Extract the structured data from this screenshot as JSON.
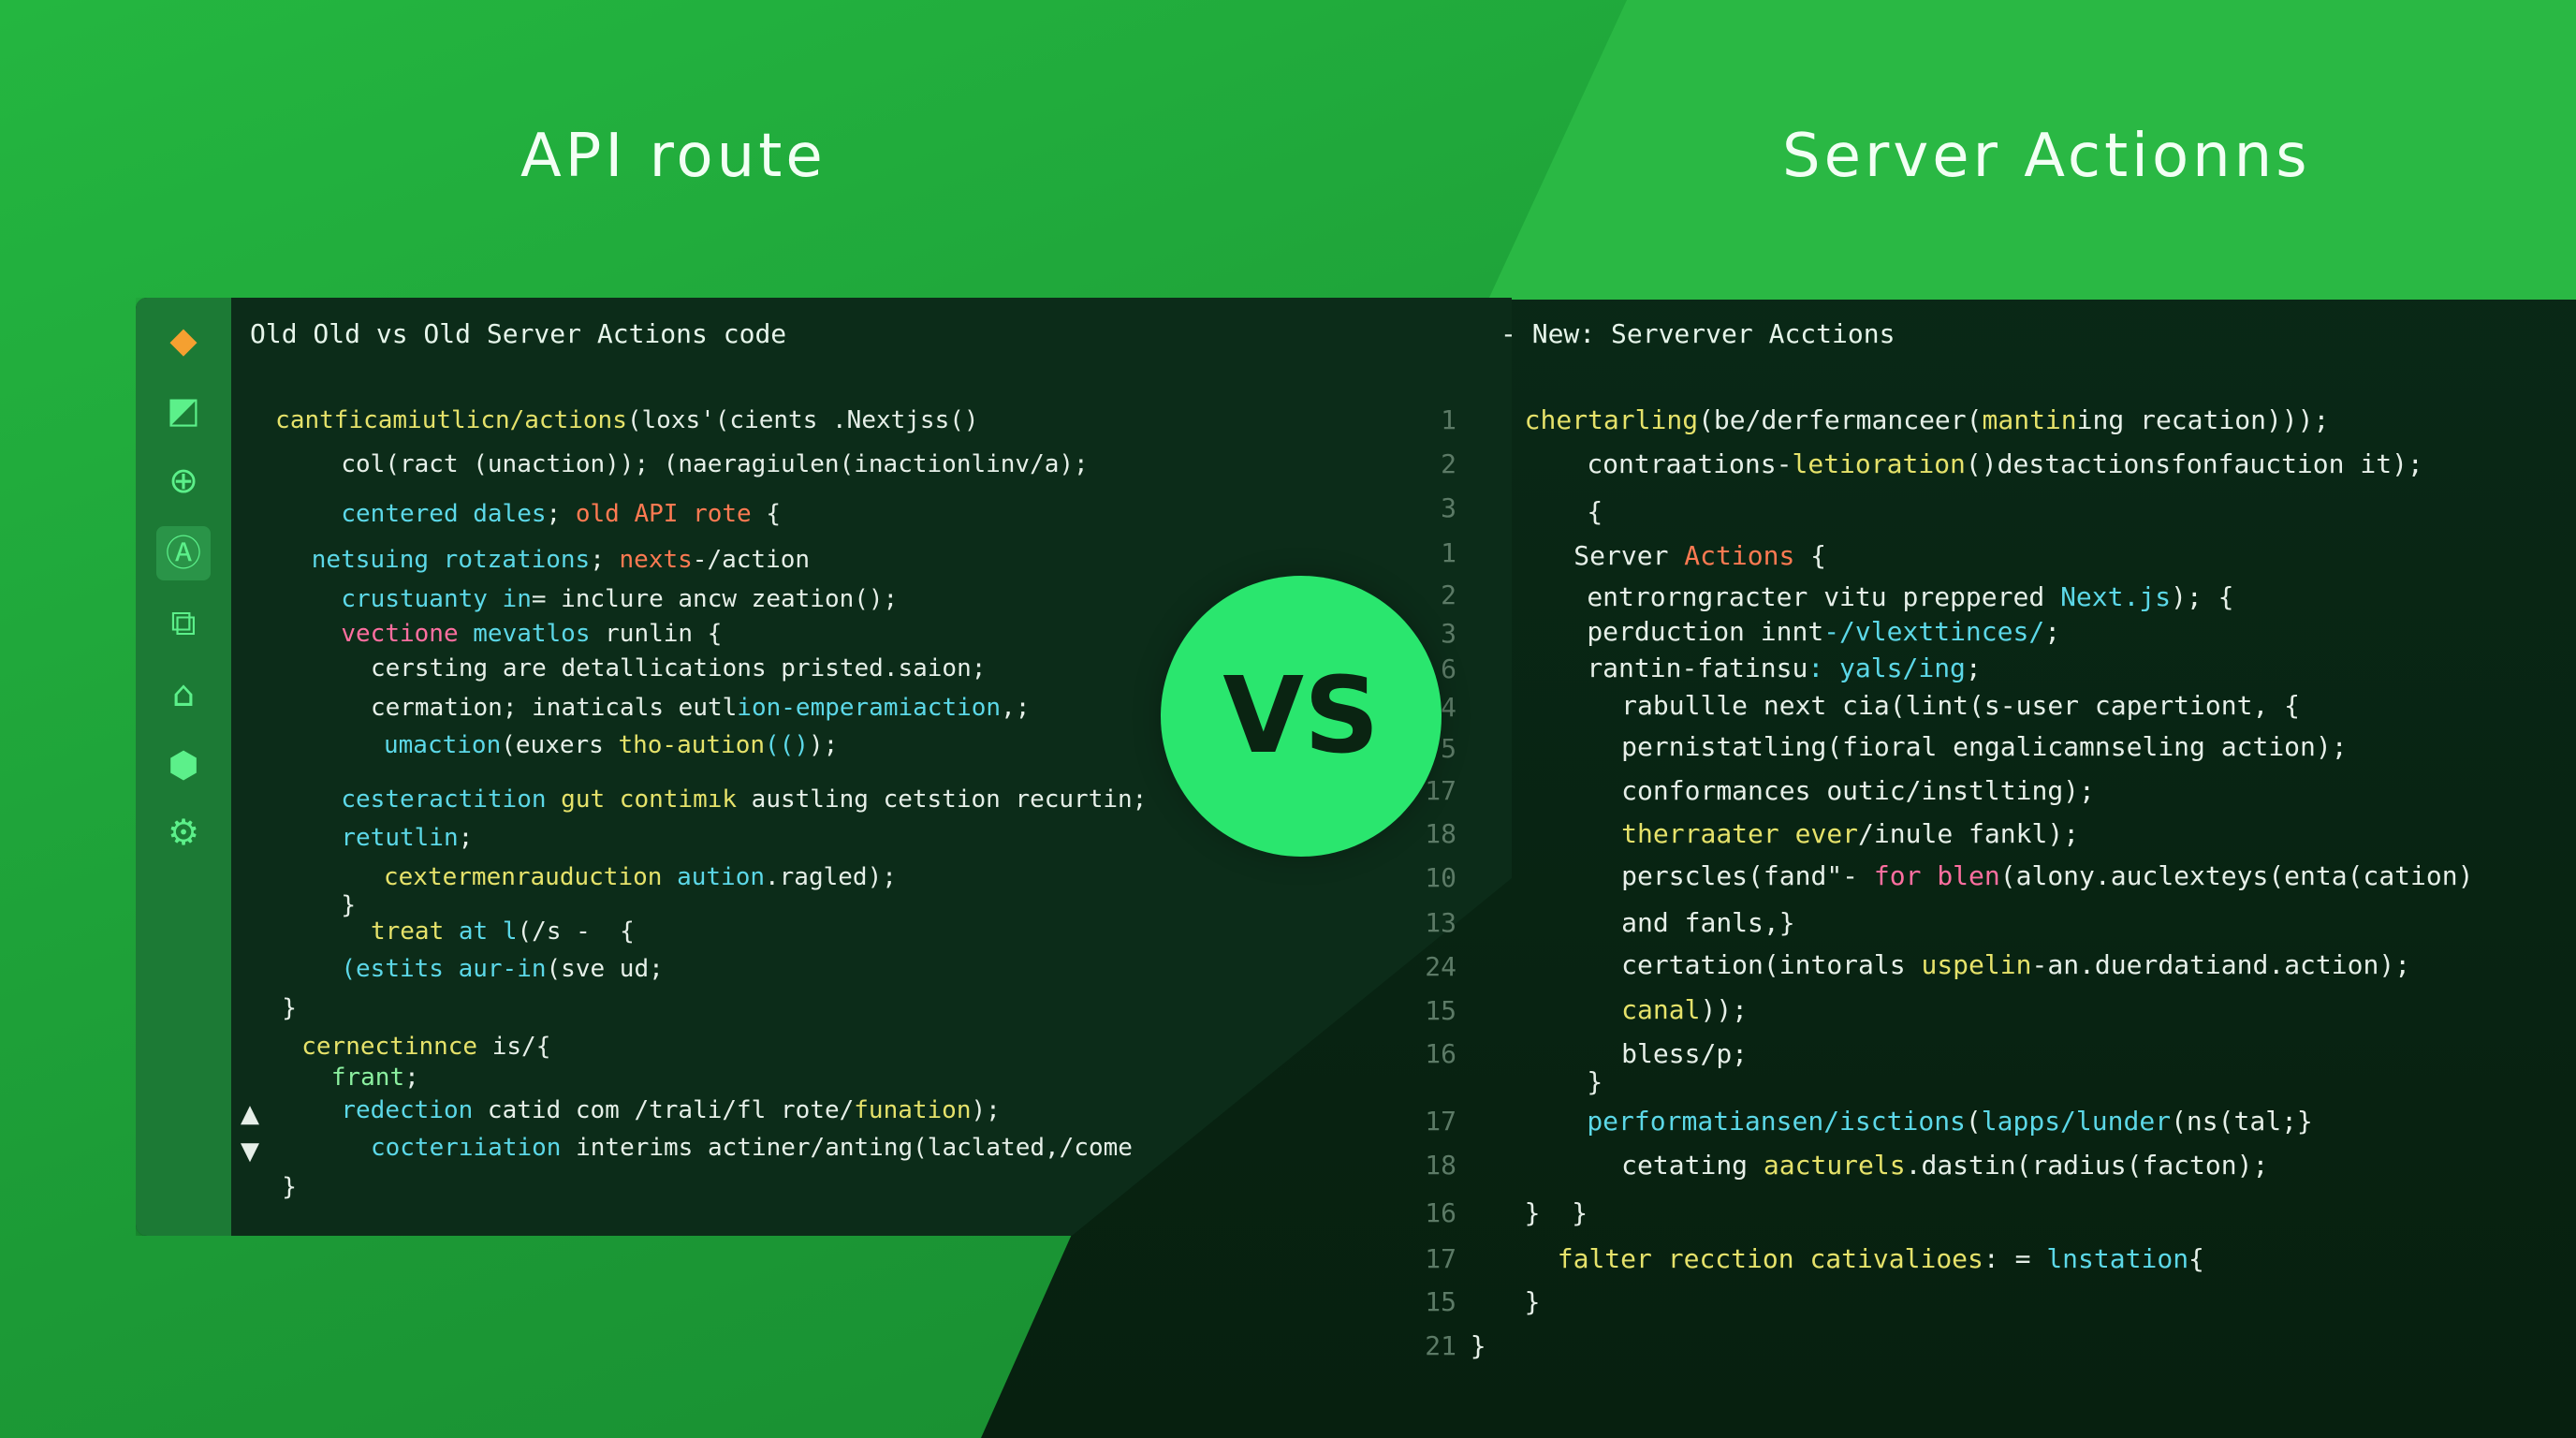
{
  "titles": {
    "left": "API route",
    "right": "Server Actionns"
  },
  "vs_badge": "VS",
  "left_panel": {
    "header": "Old Old vs Old Server Actions code",
    "sidebar_icons": [
      "logo-icon",
      "chat-icon",
      "add-circle-icon",
      "a-hex-icon",
      "blocks-icon",
      "house-icon",
      "shield-icon",
      "search-gear-icon"
    ],
    "lines": [
      [
        [
          "c-y",
          "cantficamiutlicn/actions"
        ],
        [
          "c-w",
          "(loxs'(cients .Nextjss()"
        ]
      ],
      [
        [
          "c-w",
          "col(ract (unaction)); (naeragiulen(inactionlinv/a);"
        ]
      ],
      [
        [
          "c-c",
          "centered dales"
        ],
        [
          "c-w",
          "; "
        ],
        [
          "c-o",
          "old API rote"
        ],
        [
          "c-w",
          " {"
        ]
      ],
      [
        [
          "c-c",
          "netsuing rotzations"
        ],
        [
          "c-w",
          "; "
        ],
        [
          "c-o",
          "nexts"
        ],
        [
          "c-w",
          "-/action"
        ]
      ],
      [
        [
          "c-c",
          "crustuanty in"
        ],
        [
          "c-w",
          "= inclure ancw zeation();"
        ]
      ],
      [
        [
          "c-p",
          "vectione"
        ],
        [
          "c-c",
          " mevatlos"
        ],
        [
          "c-w",
          " runlin {"
        ]
      ],
      [
        [
          "c-w",
          "cersting are detallications pristed.saion;"
        ]
      ],
      [
        [
          "c-w",
          "cermation; inaticals eutl"
        ],
        [
          "c-c",
          "ion-emperamiaction"
        ],
        [
          "c-w",
          ",;"
        ]
      ],
      [
        [
          "c-c",
          "umaction"
        ],
        [
          "c-w",
          "(euxers "
        ],
        [
          "c-y",
          "tho-aution"
        ],
        [
          "c-c",
          "(()"
        ],
        [
          "c-w",
          ");"
        ]
      ],
      [
        [
          "c-c",
          "cesteractition"
        ],
        [
          "c-y",
          " gut contimık"
        ],
        [
          "c-w",
          " austling cetstion recurtin;"
        ]
      ],
      [
        [
          "c-c",
          "retutlin"
        ],
        [
          "c-w",
          ";"
        ]
      ],
      [
        [
          "c-y",
          "cextermenrauduction"
        ],
        [
          "c-c",
          " aution"
        ],
        [
          "c-w",
          ".ragled);"
        ]
      ],
      [
        [
          "c-w",
          "}"
        ]
      ],
      [
        [
          "c-y",
          "treat"
        ],
        [
          "c-c",
          " at l"
        ],
        [
          "c-w",
          "(/s -  {"
        ]
      ],
      [
        [
          "c-c",
          "(estits aur-in"
        ],
        [
          "c-w",
          "(sve ud;"
        ]
      ],
      [
        [
          "c-w",
          "}"
        ]
      ],
      [
        [
          "c-y",
          "cernectinnce"
        ],
        [
          "c-w",
          " is/{"
        ]
      ],
      [
        [
          "c-g",
          "frant"
        ],
        [
          "c-w",
          ";"
        ]
      ],
      [
        [
          "c-c",
          "redection"
        ],
        [
          "c-w",
          " catid com /trali/fl rote/"
        ],
        [
          "c-y",
          "funation"
        ],
        [
          "c-w",
          ");"
        ]
      ],
      [
        [
          "c-c",
          "cocterıiation"
        ],
        [
          "c-w",
          " interims actiner/anting(laclated,/come"
        ]
      ],
      [
        [
          "c-w",
          "}"
        ]
      ]
    ]
  },
  "right_panel": {
    "header": "New: Serverver Acctions",
    "line_numbers": [
      "1",
      "2",
      "3",
      "1",
      "2",
      "3",
      "6",
      "4",
      "5",
      "17",
      "18",
      "10",
      "13",
      "24",
      "15",
      "16",
      "17",
      "18",
      "16",
      "17",
      "15",
      "21"
    ],
    "lines": [
      [
        [
          "c-y",
          "chertarling"
        ],
        [
          "c-w",
          "(be/derfermanceer("
        ],
        [
          "c-y",
          "mantin"
        ],
        [
          "c-w",
          "ing recation)));"
        ]
      ],
      [
        [
          "c-w",
          "contraations-"
        ],
        [
          "c-y",
          "letioration"
        ],
        [
          "c-w",
          "()destactionsfonfauction it);"
        ]
      ],
      [
        [
          "c-w",
          "{"
        ]
      ],
      [
        [
          "c-w",
          "Server "
        ],
        [
          "c-o",
          "Actions"
        ],
        [
          "c-w",
          " {"
        ]
      ],
      [
        [
          "c-w",
          "entrorngracter vitu preppered "
        ],
        [
          "c-c",
          "Next.js"
        ],
        [
          "c-w",
          "); {"
        ]
      ],
      [
        [
          "c-w",
          "perduction innt"
        ],
        [
          "c-c",
          "-/vlexttinces/"
        ],
        [
          "c-w",
          ";"
        ]
      ],
      [
        [
          "c-w",
          "rantin-fatinsu"
        ],
        [
          "c-c",
          ": yals/ing"
        ],
        [
          "c-w",
          ";"
        ]
      ],
      [
        [
          "c-w",
          "rabullle next cia(lint(s-user capertiont, {"
        ]
      ],
      [
        [
          "c-w",
          "pernistatling(fioral engalicamnseling action);"
        ]
      ],
      [
        [
          "c-w",
          "conformances outic/instlting);"
        ]
      ],
      [
        [
          "c-y",
          "therraater ever"
        ],
        [
          "c-w",
          "/inule fankl);"
        ]
      ],
      [
        [
          "c-w",
          "perscles(fand\"- "
        ],
        [
          "c-p",
          "for blen"
        ],
        [
          "c-w",
          "(alony.auclexteys(enta(cation)"
        ]
      ],
      [
        [
          "c-w",
          "and fanls,}"
        ]
      ],
      [
        [
          "c-w",
          "certation(intorals "
        ],
        [
          "c-y",
          "uspelin"
        ],
        [
          "c-w",
          "-an.duerdatiand.action);"
        ]
      ],
      [
        [
          "c-y",
          "canal"
        ],
        [
          "c-w",
          "));"
        ]
      ],
      [
        [
          "c-w",
          "bless/p;"
        ]
      ],
      [
        [
          "c-w",
          "}"
        ]
      ],
      [
        [
          "c-c",
          "performatiansen/isctions"
        ],
        [
          "c-w",
          "("
        ],
        [
          "c-c",
          "lapps/lunder"
        ],
        [
          "c-w",
          "(ns(tal;}"
        ]
      ],
      [
        [
          "c-w",
          "cetating "
        ],
        [
          "c-y",
          "aacturels"
        ],
        [
          "c-w",
          ".dastin(radius(facton);"
        ]
      ],
      [
        [
          "c-w",
          "}  }"
        ]
      ],
      [
        [
          "c-y",
          "falter recction cativalioes"
        ],
        [
          "c-w",
          ": = "
        ],
        [
          "c-c",
          "lnstation"
        ],
        [
          "c-w",
          "{"
        ]
      ],
      [
        [
          "c-w",
          "}"
        ]
      ],
      [
        [
          "c-w",
          "}"
        ]
      ]
    ]
  }
}
